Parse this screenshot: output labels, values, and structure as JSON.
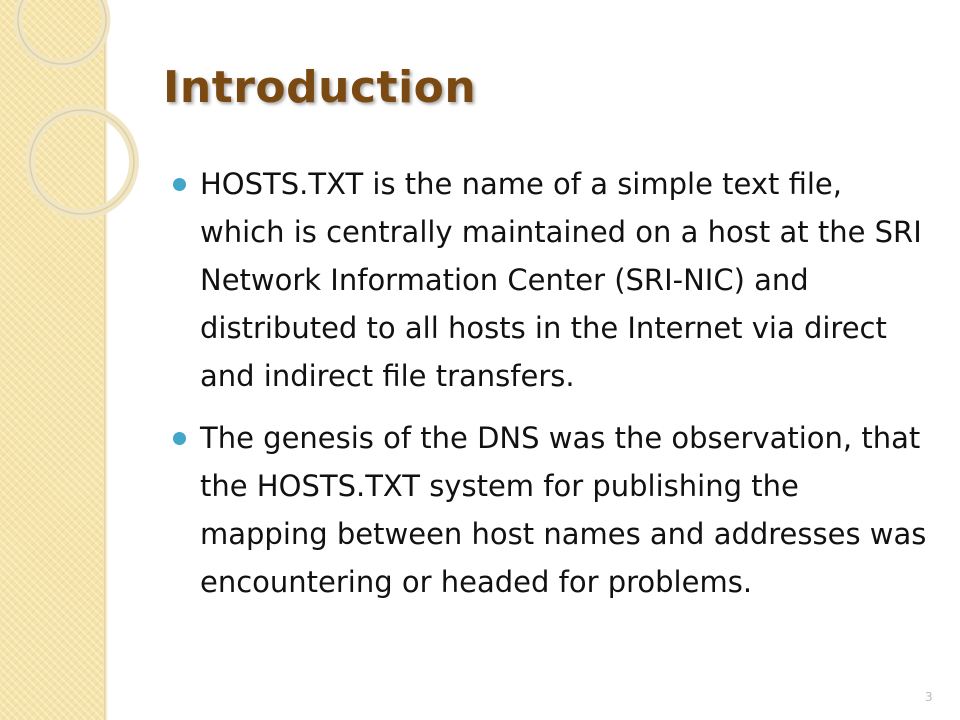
{
  "slide": {
    "title": "Introduction",
    "bullets": [
      "HOSTS.TXT is the name of a simple text file, which is centrally maintained on a host at the SRI Network Information Center (SRI-NIC) and distributed to all hosts in the Internet via direct and indirect file transfers.",
      "The genesis of the DNS was the observation, that the HOSTS.TXT system for publishing the mapping between host names and addresses was encountering or headed for problems."
    ],
    "page_number": "3"
  },
  "colors": {
    "title": "#7b4a12",
    "bullet_marker": "#41a6c8",
    "side_band": "#f6e3a8"
  }
}
